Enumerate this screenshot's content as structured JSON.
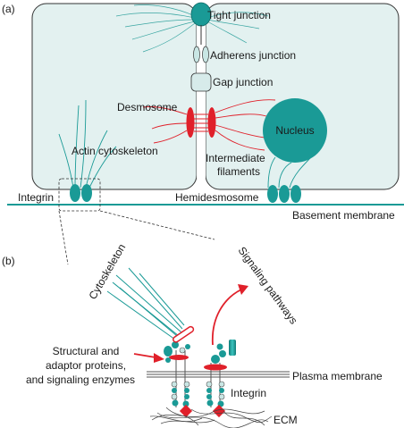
{
  "panel_a": {
    "label": "(a)",
    "tight_junction": "Tight junction",
    "adherens_junction": "Adherens junction",
    "gap_junction": "Gap junction",
    "desmosome": "Desmosome",
    "nucleus": "Nucleus",
    "actin_cytoskeleton": "Actin cytoskeleton",
    "intermediate_filaments_line1": "Intermediate",
    "intermediate_filaments_line2": "filaments",
    "integrin": "Integrin",
    "hemidesmosome": "Hemidesmosome",
    "basement_membrane": "Basement membrane"
  },
  "panel_b": {
    "label": "(b)",
    "cytoskeleton": "Cytoskeleton",
    "signaling_pathways": "Signaling pathways",
    "structural_line1": "Structural and",
    "structural_line2": "adaptor proteins,",
    "structural_line3": "and signaling enzymes",
    "plasma_membrane": "Plasma membrane",
    "integrin": "Integrin",
    "ecm": "ECM"
  },
  "colors": {
    "teal": "#1a9a96",
    "cell_fill": "#e3f1f0",
    "red": "#e0202a",
    "outline": "#333333"
  }
}
